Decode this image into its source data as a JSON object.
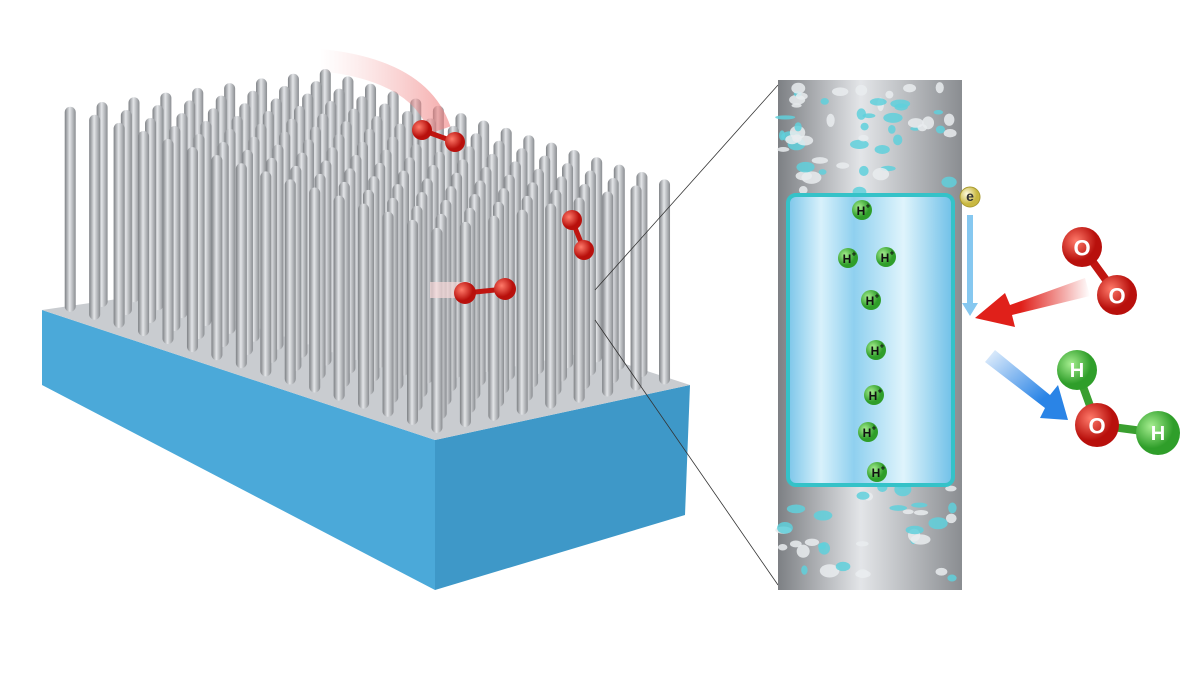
{
  "colors": {
    "substrate": "#4aa8d8",
    "pillar": "#a9acb0",
    "oxygen": "#d8211c",
    "hydrogen": "#4cc23f",
    "water_channel": "#8fd0ef",
    "electron": "#e8d86a",
    "arrow_in": "#e0201a",
    "arrow_out": "#2a84e6"
  },
  "proton_label": "H+",
  "protons": [
    {
      "label": "H",
      "charge": "+"
    },
    {
      "label": "H",
      "charge": "+"
    },
    {
      "label": "H",
      "charge": "+"
    },
    {
      "label": "H",
      "charge": "+"
    },
    {
      "label": "H",
      "charge": "+"
    },
    {
      "label": "H",
      "charge": "+"
    },
    {
      "label": "H",
      "charge": "+"
    },
    {
      "label": "H",
      "charge": "+"
    }
  ],
  "electron": "e",
  "oxygen_molecule": {
    "atom1": "O",
    "atom2": "O"
  },
  "water_molecule": {
    "h1": "H",
    "o": "O",
    "h2": "H"
  }
}
